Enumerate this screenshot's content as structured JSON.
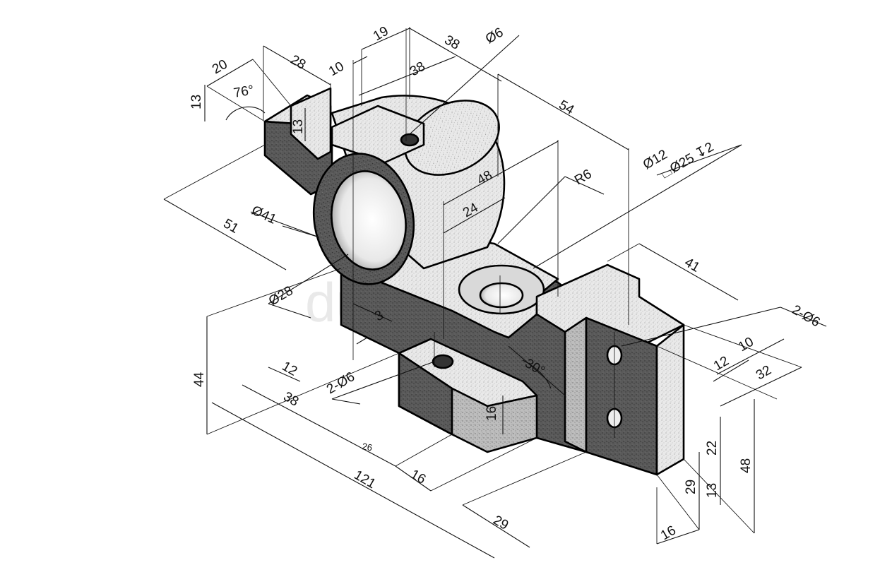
{
  "dimensions": {
    "d20": "20",
    "d28": "28",
    "d19": "19",
    "d38_top": "38",
    "d38_inner": "38",
    "d6_hole": "Ø6",
    "d10_top": "10",
    "d13_left": "13",
    "d13_inner": "13",
    "angle76": "76°",
    "d54": "54",
    "d48_boss": "48",
    "d24": "24",
    "r6": "R6",
    "d12_hole": "Ø12",
    "cbore": "⌴Ø25 ↧2",
    "d51": "51",
    "d41_dia": "Ø41",
    "d28_dia": "Ø28",
    "d3": "3",
    "d12_left": "12",
    "d2x6_left": "2-Ø6",
    "d44": "44",
    "d38_bottom": "38",
    "d26": "26",
    "d16_slot": "16",
    "d16_bottom": "16",
    "d121": "121",
    "angle30": "30°",
    "d41_right": "41",
    "d2x6_right": "2-Ø6",
    "d10_right": "10",
    "d12_right": "12",
    "d32": "32",
    "d22": "22",
    "d48_right": "48",
    "d29_right": "29",
    "d13_right": "13",
    "d29_bottom": "29",
    "d16_corner": "16"
  },
  "watermark": {
    "text": "dub"
  }
}
